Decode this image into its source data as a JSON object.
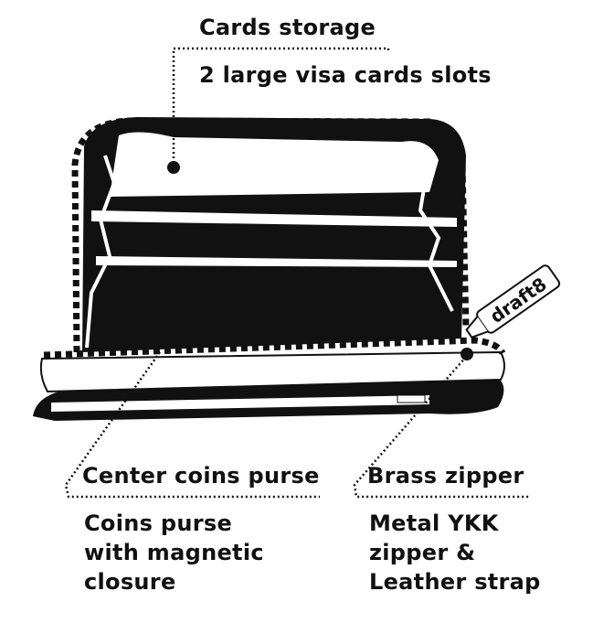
{
  "callouts": {
    "cards": {
      "title": "Cards storage",
      "desc": "2 large visa cards slots"
    },
    "coins": {
      "title": "Center coins purse",
      "desc_lines": [
        "Coins purse",
        "with magnetic",
        "closure"
      ]
    },
    "zipper": {
      "title": "Brass zipper",
      "desc_lines": [
        "Metal YKK",
        "zipper &",
        "Leather strap"
      ]
    }
  },
  "logo": {
    "text": "draft8"
  },
  "colors": {
    "ink": "#111111",
    "paper": "#ffffff"
  }
}
